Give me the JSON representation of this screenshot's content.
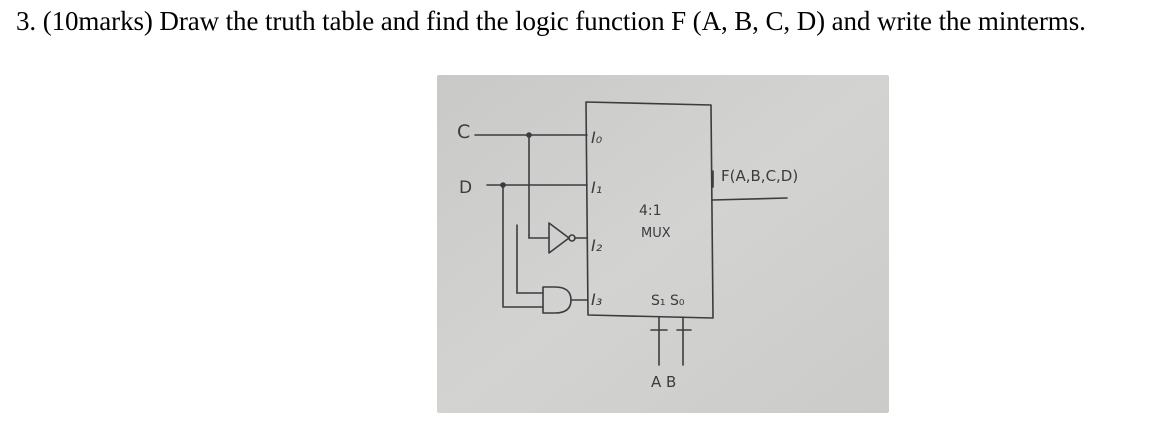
{
  "question": {
    "text": "3. (10marks) Draw the truth table and find the logic function F (A, B, C, D) and write the minterms."
  },
  "photo": {
    "background_color": "#cfcfcd",
    "ink_color": "#3a3c40",
    "diagram": {
      "input_c": "C",
      "input_d": "D",
      "mux_inputs": [
        "I₀",
        "I₁",
        "I₂",
        "I₃"
      ],
      "mux_label_ratio": "4:1",
      "mux_label_name": "MUX",
      "select_labels": "S₁  S₀",
      "select_inputs": "A  B",
      "output_label": "F(A,B,C,D)"
    }
  }
}
